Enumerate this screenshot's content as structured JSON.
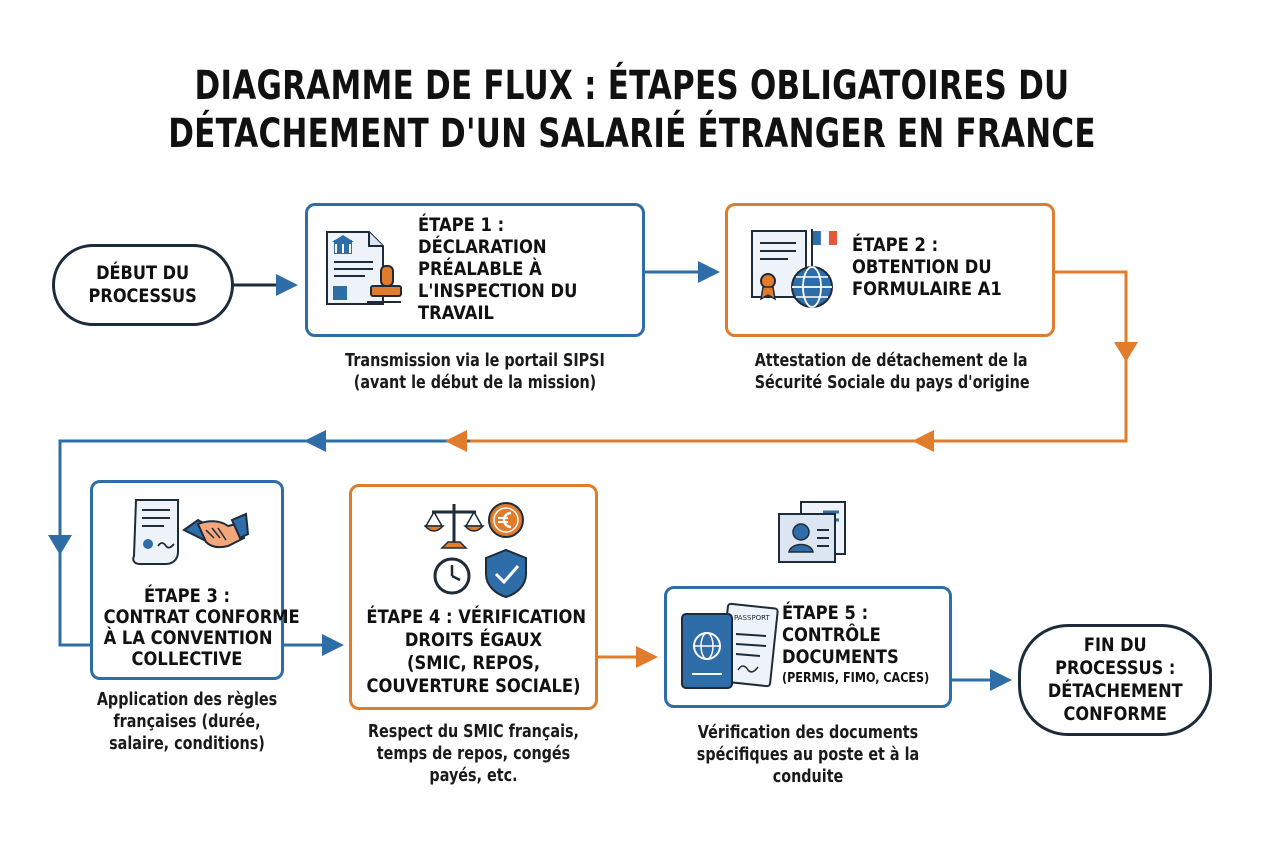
{
  "title": {
    "line1": "DIAGRAMME DE FLUX : ÉTAPES OBLIGATOIRES DU",
    "line2": "DÉTACHEMENT D'UN SALARIÉ ÉTRANGER EN FRANCE"
  },
  "start": {
    "line1": "DÉBUT DU",
    "line2": "PROCESSUS"
  },
  "end": {
    "line1": "FIN DU",
    "line2": "PROCESSUS :",
    "line3": "DÉTACHEMENT",
    "line4": "CONFORME"
  },
  "steps": [
    {
      "label_lines": [
        "ÉTAPE 1 :",
        "DÉCLARATION",
        "PRÉALABLE À",
        "L'INSPECTION DU",
        "TRAVAIL"
      ],
      "desc_lines": [
        "Transmission via le portail SIPSI",
        "(avant le début de la mission)"
      ]
    },
    {
      "label_lines": [
        "ÉTAPE 2 :",
        "OBTENTION DU",
        "FORMULAIRE A1"
      ],
      "desc_lines": [
        "Attestation de détachement de la",
        "Sécurité Sociale du pays d'origine"
      ]
    },
    {
      "label_lines": [
        "ÉTAPE 3 :",
        "CONTRAT CONFORME",
        "À LA CONVENTION",
        "COLLECTIVE"
      ],
      "desc_lines": [
        "Application des règles",
        "françaises (durée,",
        "salaire, conditions)"
      ]
    },
    {
      "label_lines": [
        "ÉTAPE 4 : VÉRIFICATION",
        "DROITS ÉGAUX",
        "(SMIC, REPOS,",
        "COUVERTURE SOCIALE)"
      ],
      "desc_lines": [
        "Respect du SMIC français,",
        "temps de repos, congés",
        "payés, etc."
      ]
    },
    {
      "label_lines": [
        "ÉTAPE 5 :",
        "CONTRÔLE",
        "DOCUMENTS",
        "(PERMIS, FIMO, CACES)"
      ],
      "desc_lines": [
        "Vérification des documents",
        "spécifiques au poste et à la",
        "conduite"
      ]
    }
  ],
  "icon_texts": {
    "passport": "PASSPORT"
  },
  "colors": {
    "blue": "#2f6da8",
    "orange": "#e07c2c",
    "dark": "#1d2b3a"
  },
  "icons": [
    "document-stamp-icon",
    "certificate-globe-flag-icon",
    "contract-handshake-icon",
    "scales-euro-clock-shield-icon",
    "id-card-icon",
    "passport-license-icon"
  ]
}
